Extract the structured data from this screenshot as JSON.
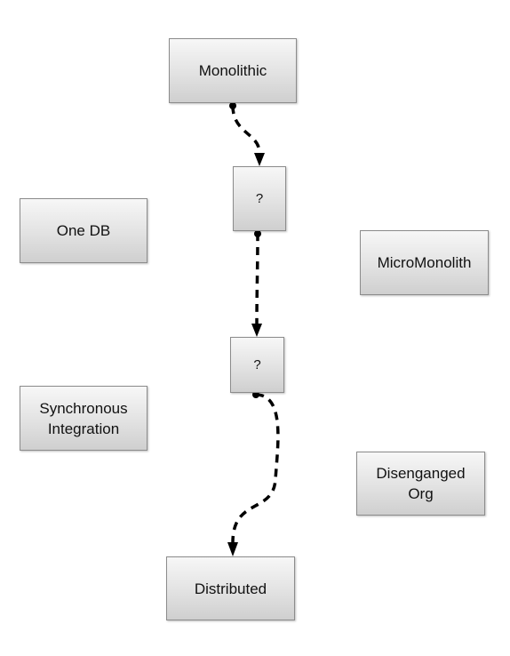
{
  "diagram": {
    "nodes": {
      "monolithic": "Monolithic",
      "question_1": "?",
      "one_db": "One DB",
      "micromonolith": "MicroMonolith",
      "question_2": "?",
      "synchronous_integration": "Synchronous\nIntegration",
      "disenganged_org": "Disenganged\nOrg",
      "distributed": "Distributed"
    },
    "edges": [
      {
        "from": "monolithic",
        "to": "question_1",
        "style": "dashed"
      },
      {
        "from": "question_1",
        "to": "question_2",
        "style": "dashed"
      },
      {
        "from": "question_2",
        "to": "distributed",
        "style": "dashed"
      }
    ],
    "colors": {
      "node_border": "#8c8c8c",
      "node_fill_top": "#f7f7f7",
      "node_fill_bottom": "#cfcfcf",
      "edge": "#000000"
    }
  }
}
